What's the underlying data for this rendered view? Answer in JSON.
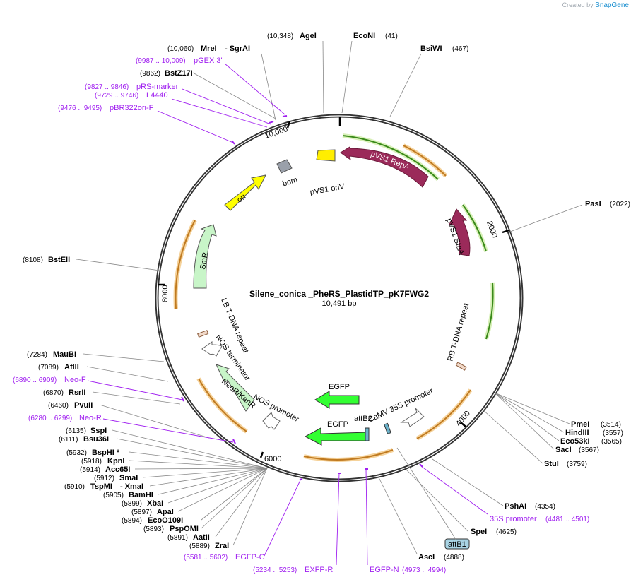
{
  "credit": {
    "prefix": "Created by",
    "brand": "SnapGene"
  },
  "plasmid": {
    "name": "Silene_conica _PheRS_PlastidTP_pK7FWG2",
    "size": "10,491 bp"
  },
  "ticks": [
    "2000",
    "4000",
    "6000",
    "8000",
    "10,000"
  ],
  "enzymes": [
    {
      "name": "AgeI",
      "pos": "(10,348)"
    },
    {
      "name": "EcoNI",
      "pos": "(41)"
    },
    {
      "name": "BsiWI",
      "pos": "(467)"
    },
    {
      "name": "MreI",
      "pos": "(10,060)",
      "extra": "- SgrAI"
    },
    {
      "name": "BstZ17I",
      "pos": "(9862)"
    },
    {
      "name": "PasI",
      "pos": "(2022)"
    },
    {
      "name": "BstEII",
      "pos": "(8108)"
    },
    {
      "name": "MauBI",
      "pos": "(7284)"
    },
    {
      "name": "AflII",
      "pos": "(7089)"
    },
    {
      "name": "RsrII",
      "pos": "(6870)"
    },
    {
      "name": "PvuII",
      "pos": "(6460)"
    },
    {
      "name": "SspI",
      "pos": "(6135)"
    },
    {
      "name": "Bsu36I",
      "pos": "(6111)"
    },
    {
      "name": "BspHI *",
      "pos": "(5932)"
    },
    {
      "name": "KpnI",
      "pos": "(5918)"
    },
    {
      "name": "Acc65I",
      "pos": "(5914)"
    },
    {
      "name": "SmaI",
      "pos": "(5912)"
    },
    {
      "name": "TspMI",
      "pos": "(5910)",
      "extra": "- XmaI"
    },
    {
      "name": "BamHI",
      "pos": "(5905)"
    },
    {
      "name": "XbaI",
      "pos": "(5899)"
    },
    {
      "name": "ApaI",
      "pos": "(5897)"
    },
    {
      "name": "EcoO109I",
      "pos": "(5894)"
    },
    {
      "name": "PspOMI",
      "pos": "(5893)"
    },
    {
      "name": "AatII",
      "pos": "(5891)"
    },
    {
      "name": "ZraI",
      "pos": "(5889)"
    },
    {
      "name": "PmeI",
      "pos": "(3514)"
    },
    {
      "name": "HindIII",
      "pos": "(3557)"
    },
    {
      "name": "Eco53kI",
      "pos": "(3565)"
    },
    {
      "name": "SacI",
      "pos": "(3567)"
    },
    {
      "name": "StuI",
      "pos": "(3759)"
    },
    {
      "name": "PshAI",
      "pos": "(4354)"
    },
    {
      "name": "SpeI",
      "pos": "(4625)"
    },
    {
      "name": "AscI",
      "pos": "(4888)"
    }
  ],
  "primers": [
    {
      "name": "pGEX 3'",
      "pos": "(9987 .. 10,009)"
    },
    {
      "name": "pRS-marker",
      "pos": "(9827 .. 9846)"
    },
    {
      "name": "L4440",
      "pos": "(9729 .. 9746)"
    },
    {
      "name": "pBR322ori-F",
      "pos": "(9476 .. 9495)"
    },
    {
      "name": "Neo-F",
      "pos": "(6890 .. 6909)"
    },
    {
      "name": "Neo-R",
      "pos": "(6280 .. 6299)"
    },
    {
      "name": "EGFP-C",
      "pos": "(5581 .. 5602)"
    },
    {
      "name": "EXFP-R",
      "pos": "(5234 .. 5253)"
    },
    {
      "name": "EGFP-N",
      "pos": "(4973 .. 4994)"
    },
    {
      "name": "35S promoter",
      "pos": "(4481 .. 4501)"
    }
  ],
  "features": {
    "pvs1_repa": "pVS1 RepA",
    "pvs1_stab": "pVS1 StaA",
    "pvs1_oriv": "pVS1 oriV",
    "bom": "bom",
    "ori": "ori",
    "smr": "SmR",
    "rb": "RB T-DNA repeat",
    "lb": "LB T-DNA repeat",
    "nos_term": "NOS terminator",
    "neor": "NeoR/KanR",
    "nos_prom": "NOS promoter",
    "egfp1": "EGFP",
    "egfp2": "EGFP",
    "attb2": "attB2",
    "camv": "CaMV 35S promoter",
    "attb1": "attB1"
  },
  "colors": {
    "repa": "#9b2a5a",
    "ori": "#ffff00",
    "marker": "#c8f5c8",
    "egfp": "#33ff33",
    "orange_arc": "#e8a040",
    "green_arc": "#3a8a1a",
    "primer": "#a020f0",
    "attb": "#a9d4e4"
  }
}
